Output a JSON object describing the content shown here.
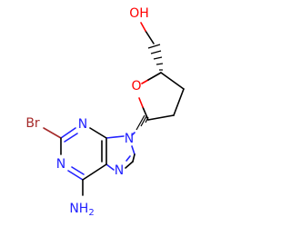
{
  "molecule": {
    "atoms": {
      "oh": "OH",
      "ring_o": "O",
      "n9": "N",
      "n3": "N",
      "n1": "N",
      "n7": "N",
      "br": "Br",
      "nh2": "NH2"
    },
    "colors": {
      "carbon_bond": "#000000",
      "nitrogen": "#2222ff",
      "oxygen": "#ff0000",
      "bromine": "#a52a2a"
    }
  }
}
